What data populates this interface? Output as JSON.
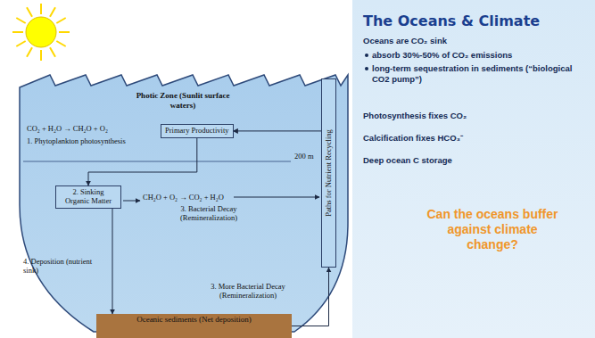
{
  "diagram": {
    "title": "The Oceans & Climate",
    "nodes": [
      {
        "text": [
          "Primary Productivity"
        ]
      },
      {
        "text": [
          "2. Sinking Organic Matter"
        ]
      },
      {
        "text": [
          "Paths for Nutrient Recycling"
        ]
      },
      {
        "text": [
          "Oceanic sediments (Net deposition)"
        ]
      },
      {
        "text": [
          "Oceans are CO₂ sink",
          "absorb 30%-50% of CO₂ emissions",
          "long-term sequestration in sediments (“biological CO2 pump”)",
          "Photosynthesis fixes CO₂",
          "Calcification fixes HCO₃⁻",
          "Deep ocean C storage",
          "Can the oceans buffer against climate change?"
        ]
      }
    ],
    "edges": [
      {
        "from": 0,
        "to": 1,
        "arrow": "to"
      },
      {
        "from": 1,
        "to": 3,
        "arrow": "to"
      },
      {
        "from": 3,
        "to": 2,
        "arrow": "to"
      },
      {
        "from": 2,
        "to": 0,
        "arrow": "to"
      }
    ],
    "labels": [
      "Photic Zone (Sunlit surface waters)",
      "CO₂ + H₂O → CH₂O + O₂",
      "1. Phytoplankton photosynthesis",
      "200 m",
      "CH₂O + O₂ → CO₂ + H₂O",
      "3. Bacterial Decay (Remineralization)",
      "4. Deposition (nutrient sink)",
      "3. More Bacterial Decay (Remineralization)"
    ]
  }
}
